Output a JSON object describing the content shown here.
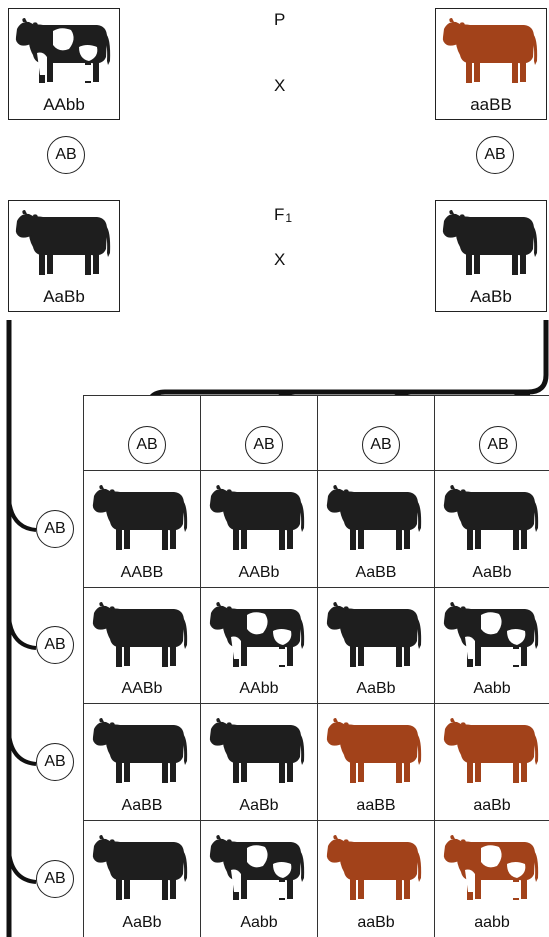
{
  "colors": {
    "black_cow": "#1e1e1e",
    "brown_cow": "#a2421a",
    "white": "#ffffff",
    "line": "#111111"
  },
  "generation": {
    "p_label": "P",
    "f1_label": "F",
    "f1_sub": "1",
    "cross_symbol": "X"
  },
  "parents": {
    "left": {
      "genotype": "AAbb",
      "icon": "black-and-white-spotted-cow-icon",
      "coat": "spotted",
      "gamete": "AB"
    },
    "right": {
      "genotype": "aaBB",
      "icon": "brown-cow-icon",
      "coat": "brown",
      "gamete": "AB"
    }
  },
  "f1": {
    "left": {
      "genotype": "AaBb",
      "icon": "black-cow-icon",
      "coat": "black"
    },
    "right": {
      "genotype": "AaBb",
      "icon": "black-cow-icon",
      "coat": "black"
    }
  },
  "punnett": {
    "column_gametes": [
      "AB",
      "AB",
      "AB",
      "AB"
    ],
    "row_gametes": [
      "AB",
      "AB",
      "AB",
      "AB"
    ],
    "rows": [
      [
        {
          "genotype": "AABB",
          "coat": "black"
        },
        {
          "genotype": "AABb",
          "coat": "black"
        },
        {
          "genotype": "AaBB",
          "coat": "black"
        },
        {
          "genotype": "AaBb",
          "coat": "black"
        }
      ],
      [
        {
          "genotype": "AABb",
          "coat": "black"
        },
        {
          "genotype": "AAbb",
          "coat": "spotted"
        },
        {
          "genotype": "AaBb",
          "coat": "black"
        },
        {
          "genotype": "Aabb",
          "coat": "spotted"
        }
      ],
      [
        {
          "genotype": "AaBB",
          "coat": "black"
        },
        {
          "genotype": "AaBb",
          "coat": "black"
        },
        {
          "genotype": "aaBB",
          "coat": "brown"
        },
        {
          "genotype": "aaBb",
          "coat": "brown"
        }
      ],
      [
        {
          "genotype": "AaBb",
          "coat": "black"
        },
        {
          "genotype": "Aabb",
          "coat": "spotted"
        },
        {
          "genotype": "aaBb",
          "coat": "brown"
        },
        {
          "genotype": "aabb",
          "coat": "brown-spotted"
        }
      ]
    ]
  }
}
